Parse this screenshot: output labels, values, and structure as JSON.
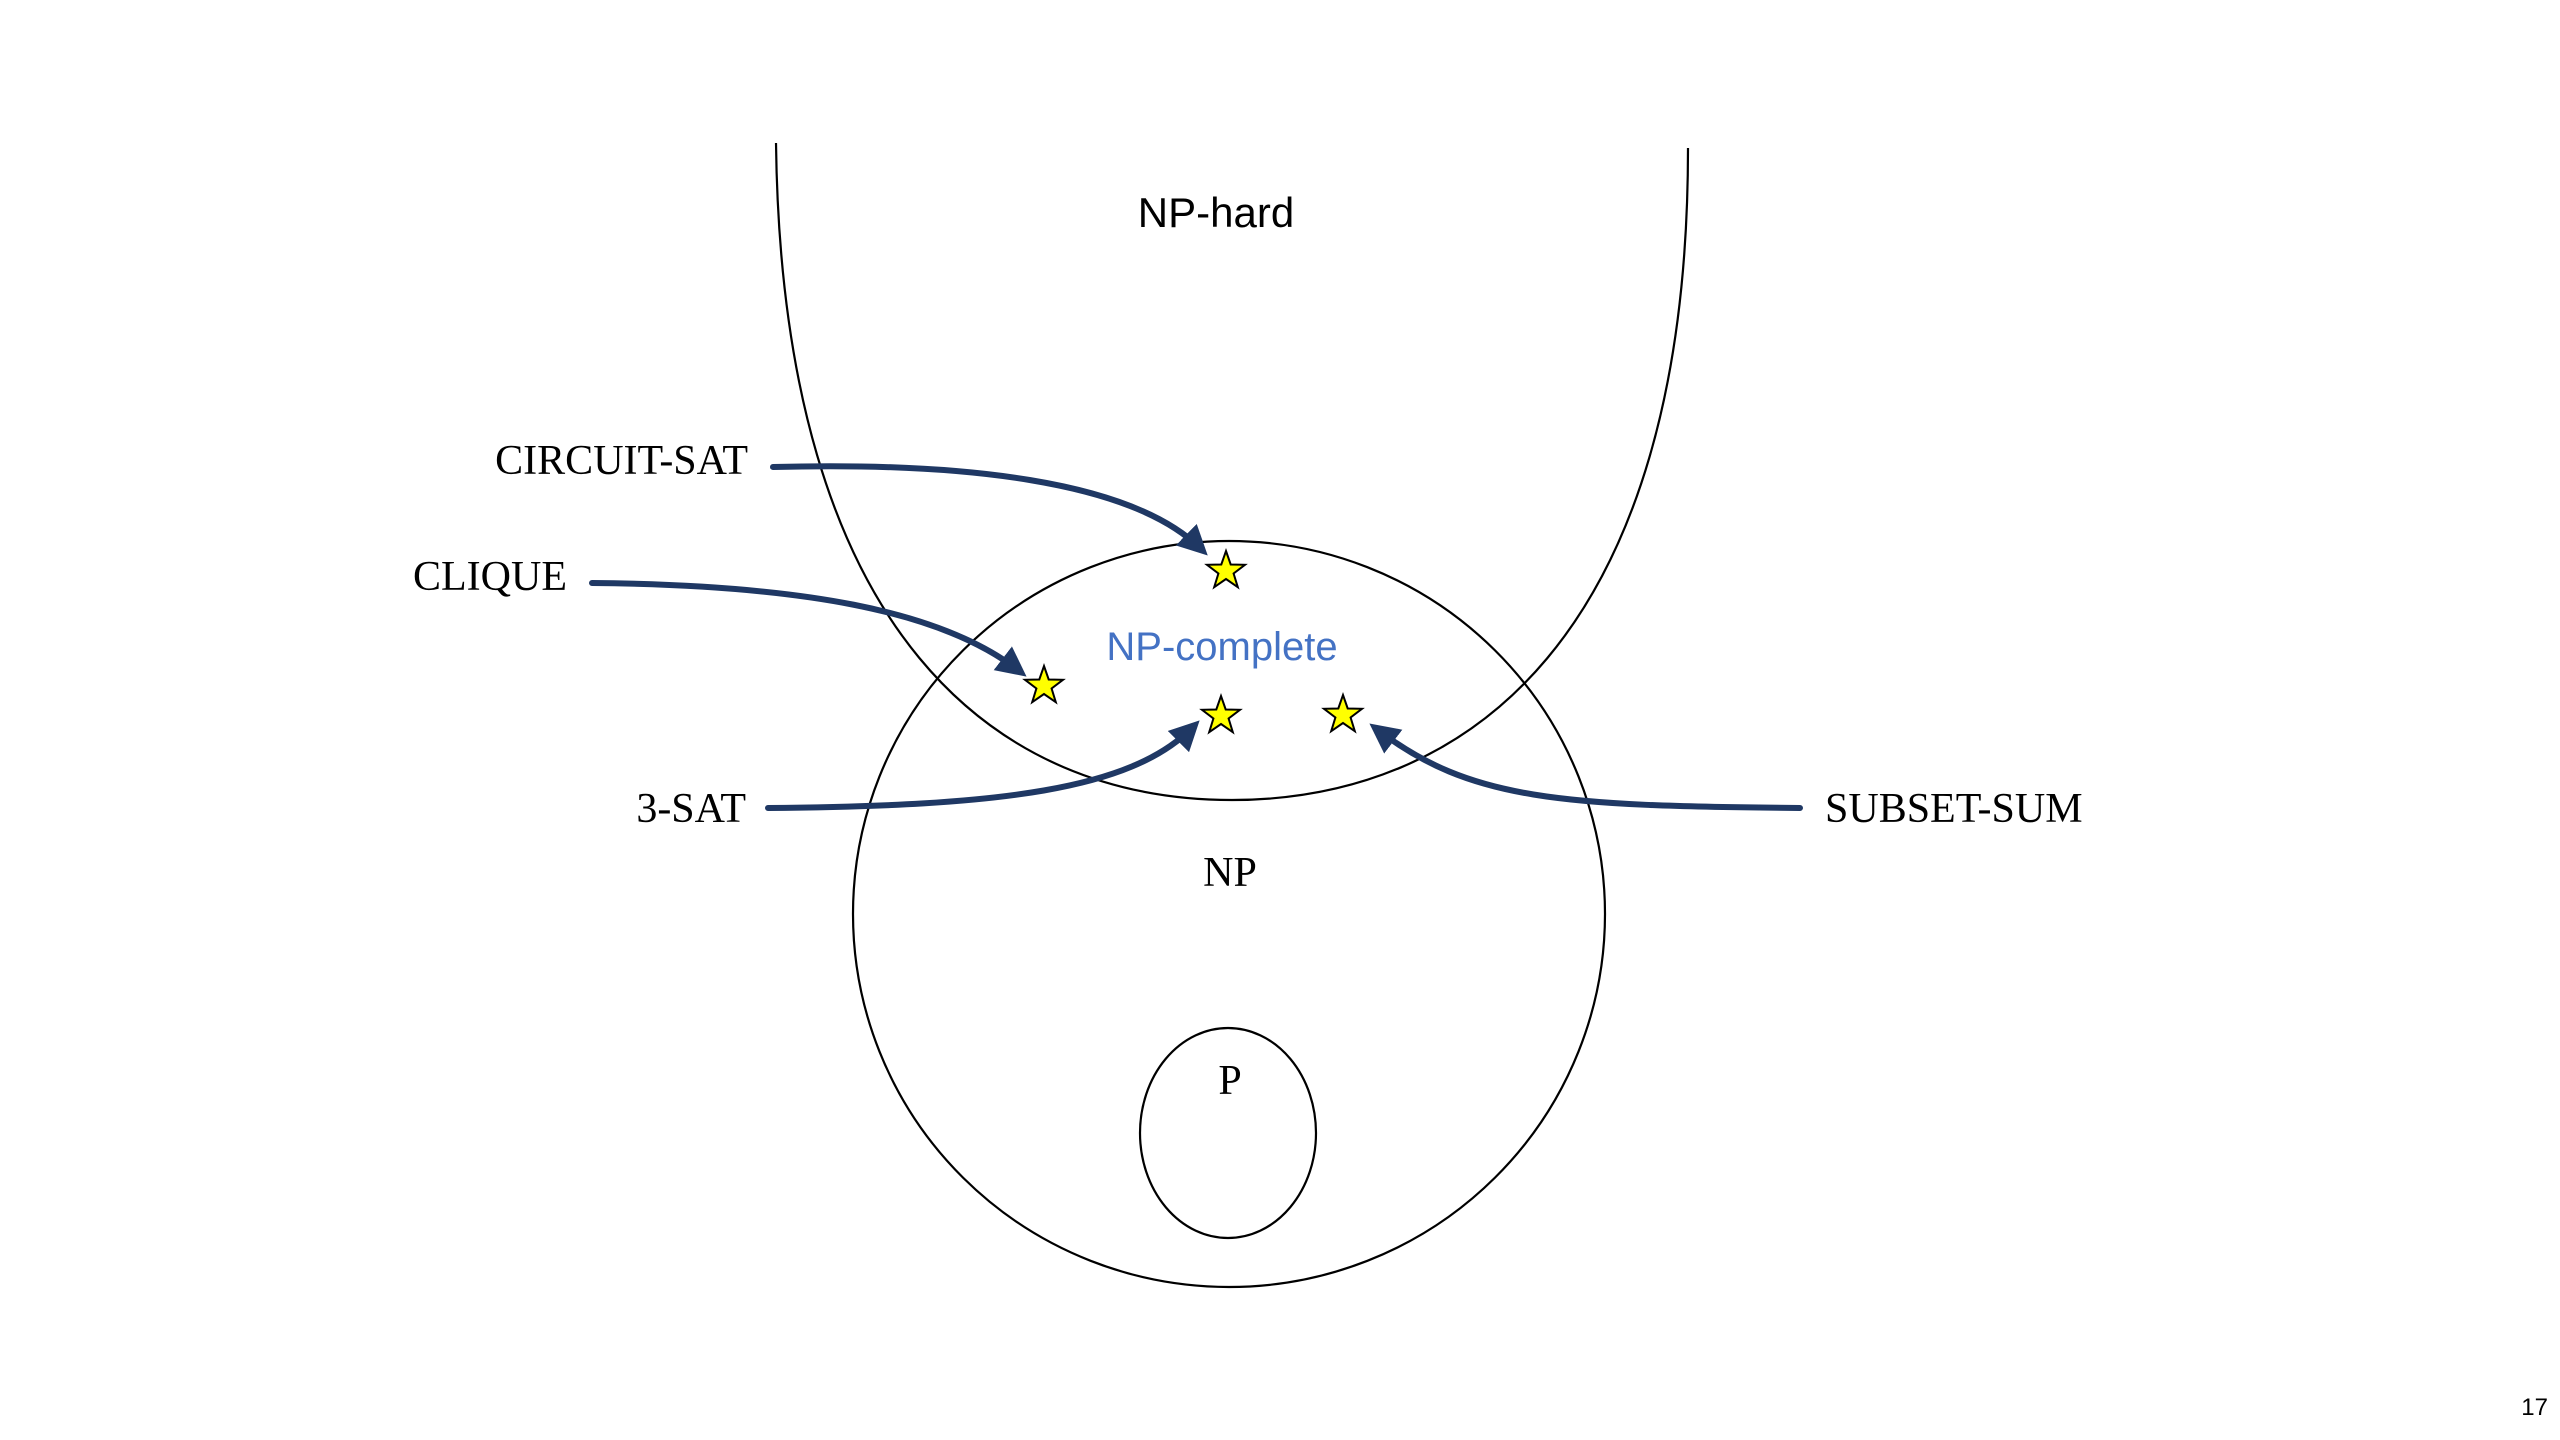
{
  "diagram": {
    "regions": {
      "np_hard": "NP-hard",
      "np_complete": "NP-complete",
      "np": "NP",
      "p": "P"
    },
    "problems": [
      {
        "id": "circuit-sat",
        "label": "CIRCUIT-SAT"
      },
      {
        "id": "clique",
        "label": "CLIQUE"
      },
      {
        "id": "3-sat",
        "label": "3-SAT"
      },
      {
        "id": "subset-sum",
        "label": "SUBSET-SUM"
      }
    ],
    "page_number": "17"
  },
  "colors": {
    "arrow": "#1f3864",
    "np_complete_text": "#4472c4",
    "star_fill": "#ffff00",
    "outline": "#000000"
  }
}
